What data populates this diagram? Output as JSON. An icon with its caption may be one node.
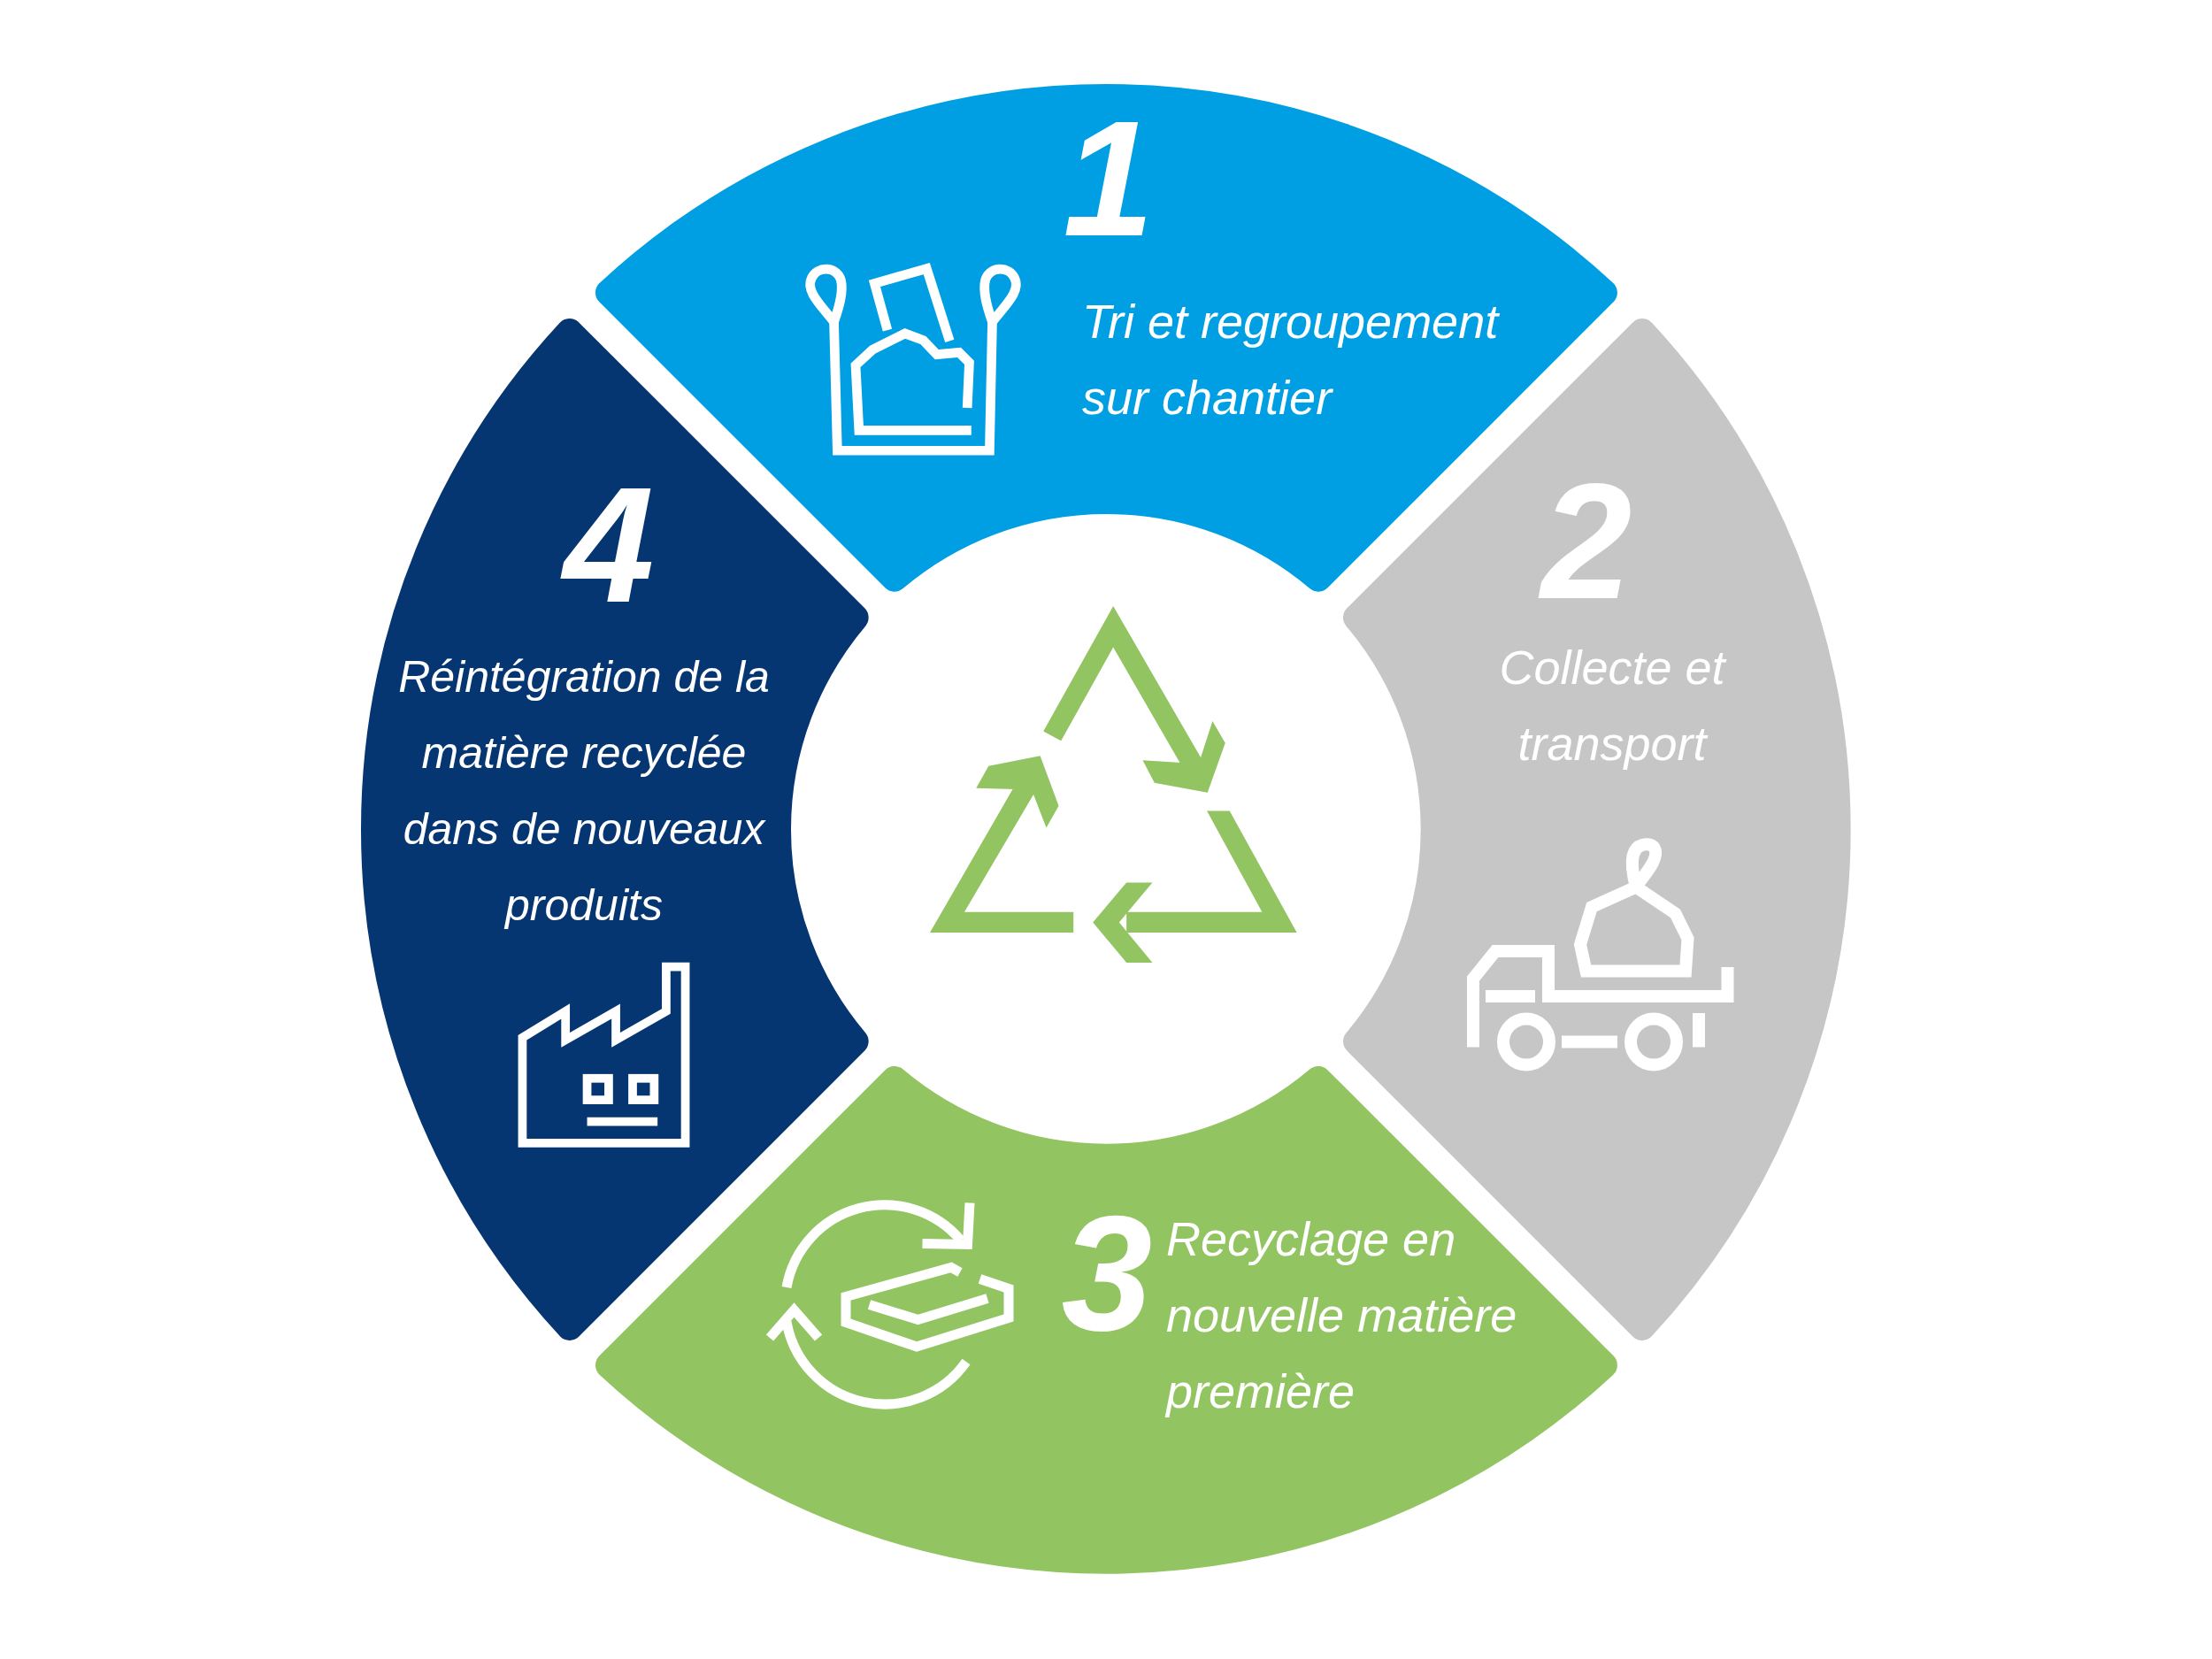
{
  "diagram": {
    "nodes": [
      {
        "text": [
          "1",
          "Tri et regroupement sur chantier"
        ]
      },
      {
        "text": [
          "2",
          "Collecte et transport"
        ]
      },
      {
        "text": [
          "3",
          "Recyclage en nouvelle matière première"
        ]
      },
      {
        "text": [
          "4",
          "Réintégration de la matière recyclée dans de nouveaux produits"
        ]
      }
    ]
  }
}
